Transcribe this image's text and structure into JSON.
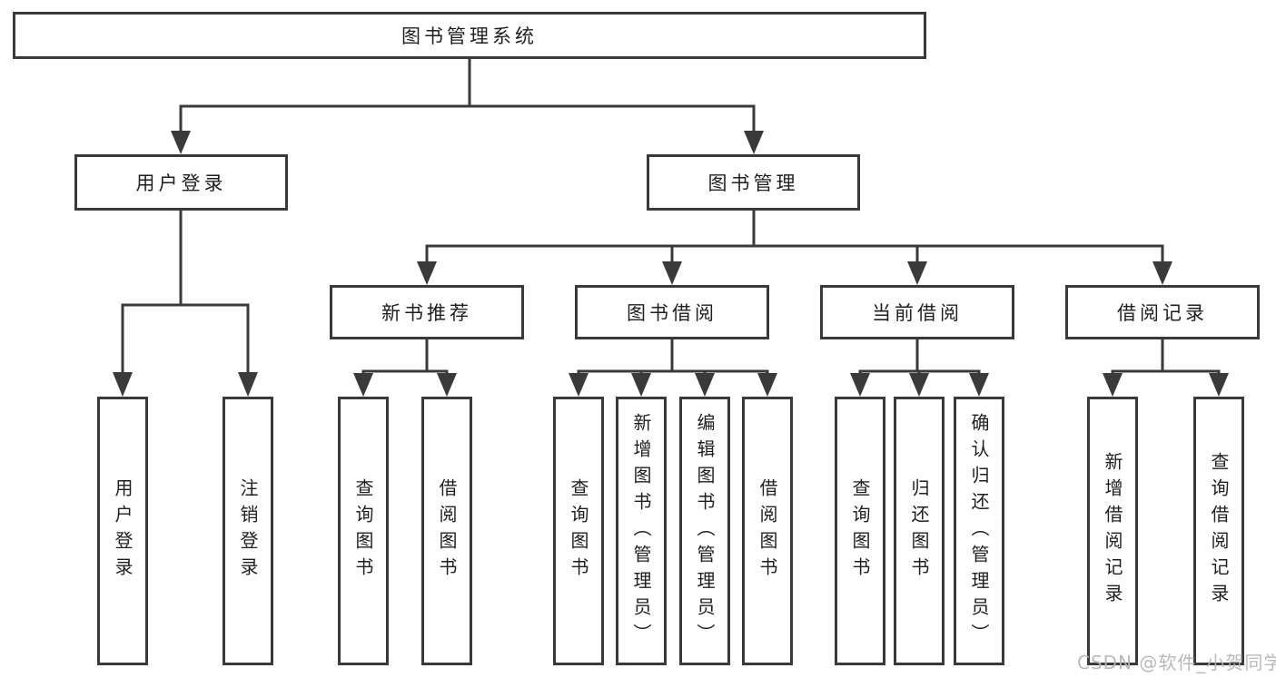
{
  "diagram": {
    "root": {
      "label": "图书管理系统"
    },
    "level2": [
      {
        "label": "用户登录"
      },
      {
        "label": "图书管理"
      }
    ],
    "level3": [
      {
        "label": "新书推荐"
      },
      {
        "label": "图书借阅"
      },
      {
        "label": "当前借阅"
      },
      {
        "label": "借阅记录"
      }
    ],
    "leaves": {
      "user_login": [
        {
          "label": "用户登录"
        },
        {
          "label": "注销登录"
        }
      ],
      "new_book": [
        {
          "label": "查询图书"
        },
        {
          "label": "借阅图书"
        }
      ],
      "book_borrow": [
        {
          "label": "查询图书"
        },
        {
          "label": "新增图书（管理员）"
        },
        {
          "label": "编辑图书（管理员）"
        },
        {
          "label": "借阅图书"
        }
      ],
      "current_borrow": [
        {
          "label": "查询图书"
        },
        {
          "label": "归还图书"
        },
        {
          "label": "确认归还（管理员）"
        }
      ],
      "borrow_record": [
        {
          "label": "新增借阅记录"
        },
        {
          "label": "查询借阅记录"
        }
      ]
    }
  },
  "watermark": {
    "text": "CSDN @软件_小贺同学"
  },
  "colors": {
    "line": "#3a3a3a",
    "text": "#1f1f1f",
    "background": "#ffffff",
    "watermark": "#b4b4b4"
  }
}
